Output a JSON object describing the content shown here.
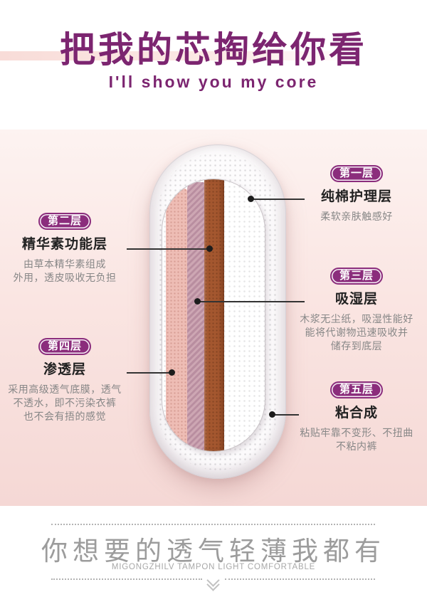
{
  "header": {
    "title": "把我的芯掏给你看",
    "subtitle": "I'll show you my core"
  },
  "layers": [
    {
      "badge": "第一层",
      "name": "纯棉护理层",
      "desc_lines": [
        "柔软亲肤触感好"
      ],
      "side": "right"
    },
    {
      "badge": "第二层",
      "name": "精华素功能层",
      "desc_lines": [
        "由草本精华素组成",
        "外用，透皮吸收无负担"
      ],
      "side": "left"
    },
    {
      "badge": "第三层",
      "name": "吸湿层",
      "desc_lines": [
        "木浆无尘纸，吸湿性能好",
        "能将代谢物迅速吸收并",
        "储存到底层"
      ],
      "side": "right"
    },
    {
      "badge": "第四层",
      "name": "渗透层",
      "desc_lines": [
        "采用高级透气底膜，透气",
        "不透水，即不污染衣裤",
        "也不会有捂的感觉"
      ],
      "side": "left"
    },
    {
      "badge": "第五层",
      "name": "粘合成",
      "desc_lines": [
        "粘贴牢靠不变形、不扭曲",
        "不粘内裤"
      ],
      "side": "right"
    }
  ],
  "footer": {
    "headline": "你想要的透气轻薄我都有",
    "subheadline": "MIGONGZHILV TAMPON LIGHT COMFORTABLE"
  },
  "colors": {
    "title_purple": "#7c2570",
    "badge_purple": "#8b2d7c",
    "hero_pink_top": "#fdf3f1",
    "hero_pink_bottom": "#f5d8d5",
    "strip_pink": "#eebdb5",
    "strip_mauve": "#c49cab",
    "strip_brown": "#a4572f",
    "desc_gray": "#878787",
    "footer_gray": "#9c9c9c"
  }
}
